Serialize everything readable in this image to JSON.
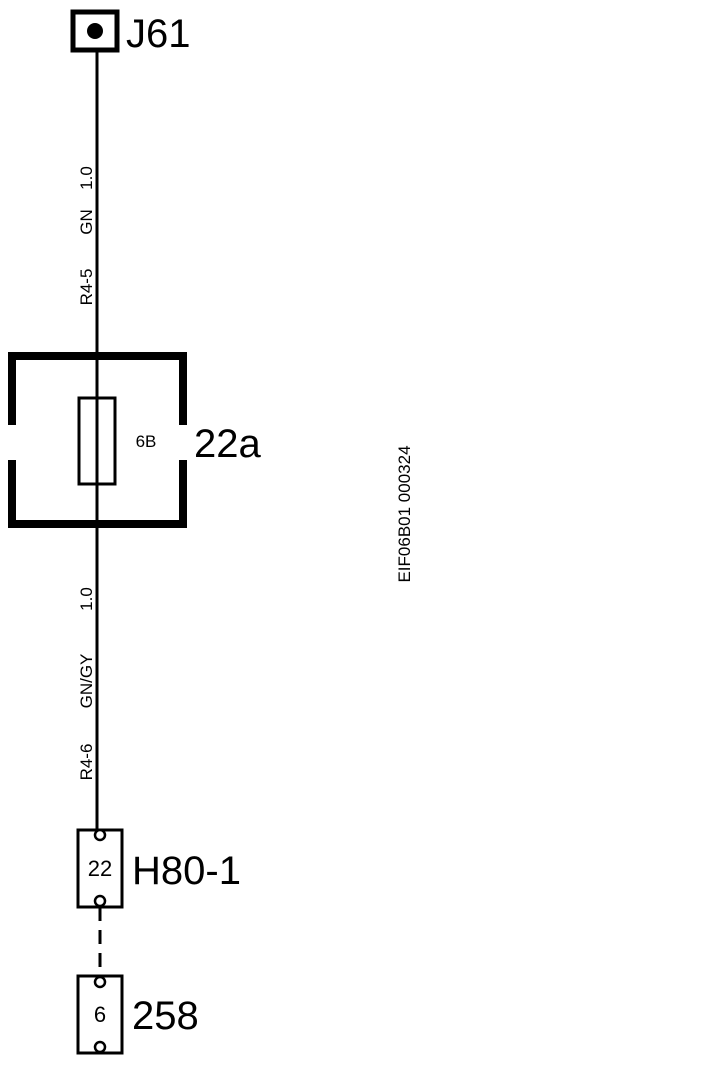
{
  "connector_top": {
    "label": "J61"
  },
  "wire_upper": {
    "size": "1.0",
    "color": "GN",
    "ref": "R4-5"
  },
  "fuse_box": {
    "label": "22a",
    "fuse": "6B"
  },
  "wire_lower": {
    "size": "1.0",
    "color": "GN/GY",
    "ref": "R4-6"
  },
  "connector_h80": {
    "label": "H80-1",
    "pin": "22"
  },
  "connector_258": {
    "label": "258",
    "pin": "6"
  },
  "figure_id": "EIF06B01 000324"
}
